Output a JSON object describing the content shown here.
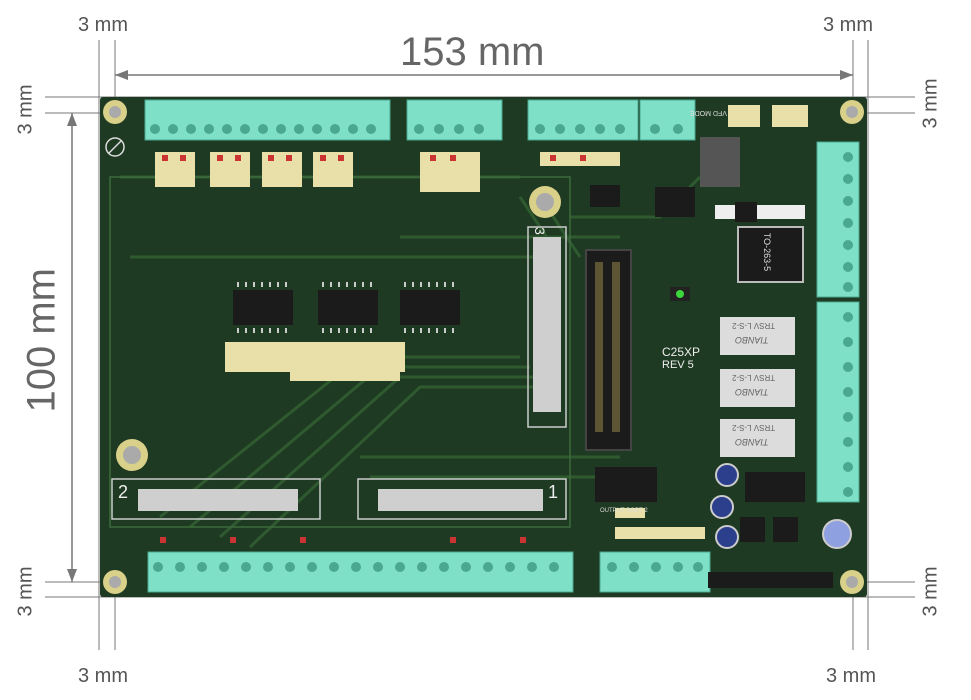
{
  "dimensions": {
    "width_label": "153 mm",
    "height_label": "100 mm",
    "margin_label": "3 mm"
  },
  "board": {
    "model": "C25XP",
    "revision": "REV 5",
    "header_1": "1",
    "header_2": "2",
    "header_3": "3",
    "regulator": "TO-263-5",
    "relay_label": "TRSV L-S-2",
    "relay_brand": "TIANBO",
    "vfd_mode": "VFD MODE",
    "output_port_2": "OUTPUT PORT 2",
    "colors": {
      "pcb": "#1f3a22",
      "pcb_trace": "#2f5a30",
      "terminal": "#7fe0c8",
      "pad": "#e8e0a8",
      "header": "#cfcfcf"
    }
  }
}
